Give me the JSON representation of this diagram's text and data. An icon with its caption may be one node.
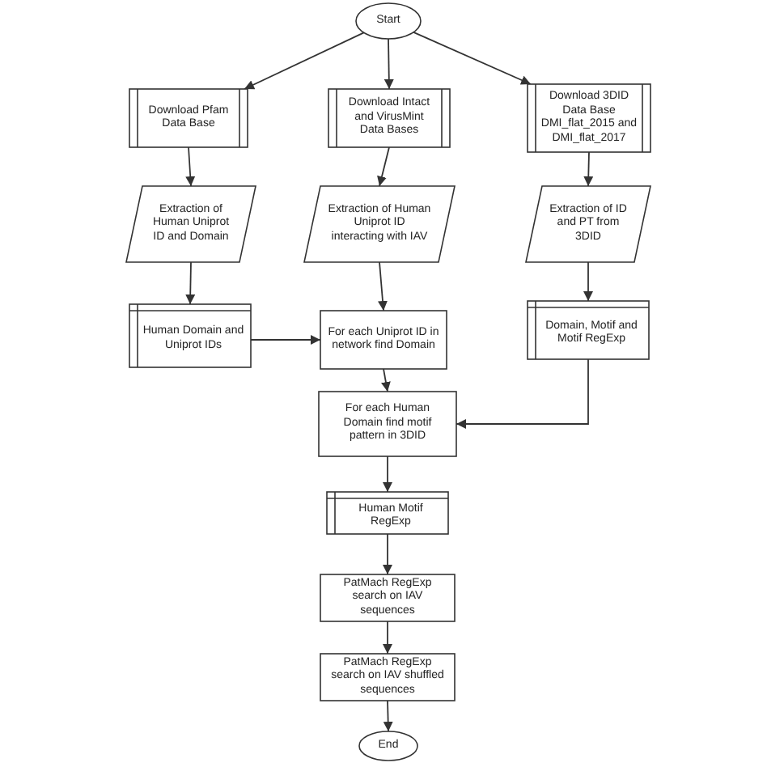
{
  "diagram": {
    "nodes": [
      {
        "text": [
          "Start"
        ]
      },
      {
        "text": [
          "Download Pfam Data Base"
        ]
      },
      {
        "text": [
          "Download Intact and VirusMint Data Bases"
        ]
      },
      {
        "text": [
          "Download 3DID Data Base DMI_flat_2015 and DMI_flat_2017"
        ]
      },
      {
        "text": [
          "Extraction of Human Uniprot ID and Domain"
        ]
      },
      {
        "text": [
          "Extraction of Human Uniprot ID interacting with IAV"
        ]
      },
      {
        "text": [
          "Extraction of ID and PT from 3DID"
        ]
      },
      {
        "text": [
          "Human Domain and Uniprot IDs"
        ]
      },
      {
        "text": [
          "For each Uniprot ID in network find Domain"
        ]
      },
      {
        "text": [
          "Domain, Motif and Motif RegExp"
        ]
      },
      {
        "text": [
          "For each Human Domain find motif pattern in 3DID"
        ]
      },
      {
        "text": [
          "Human Motif RegExp"
        ]
      },
      {
        "text": [
          "PatMach RegExp search on IAV sequences"
        ]
      },
      {
        "text": [
          "PatMach RegExp search on IAV shuffled sequences"
        ]
      },
      {
        "text": [
          "End"
        ]
      }
    ],
    "edges": [
      {
        "from": 0,
        "to": 1,
        "arrow": "to"
      },
      {
        "from": 0,
        "to": 2,
        "arrow": "to"
      },
      {
        "from": 0,
        "to": 3,
        "arrow": "to"
      },
      {
        "from": 1,
        "to": 4,
        "arrow": "to"
      },
      {
        "from": 2,
        "to": 5,
        "arrow": "to"
      },
      {
        "from": 3,
        "to": 6,
        "arrow": "to"
      },
      {
        "from": 4,
        "to": 7,
        "arrow": "to"
      },
      {
        "from": 5,
        "to": 8,
        "arrow": "to"
      },
      {
        "from": 6,
        "to": 9,
        "arrow": "to"
      },
      {
        "from": 7,
        "to": 8,
        "arrow": "to"
      },
      {
        "from": 8,
        "to": 10,
        "arrow": "to"
      },
      {
        "from": 9,
        "to": 10,
        "arrow": "to"
      },
      {
        "from": 10,
        "to": 11,
        "arrow": "to"
      },
      {
        "from": 11,
        "to": 12,
        "arrow": "to"
      },
      {
        "from": 12,
        "to": 13,
        "arrow": "to"
      },
      {
        "from": 13,
        "to": 14,
        "arrow": "to"
      }
    ]
  }
}
